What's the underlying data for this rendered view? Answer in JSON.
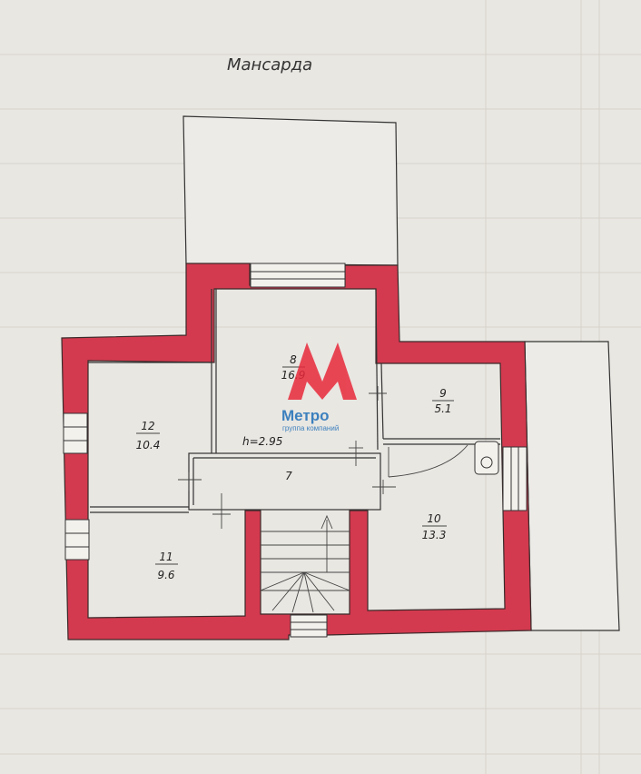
{
  "plan": {
    "title": "Мансарда",
    "ceiling_height": "h=2.95",
    "rooms": [
      {
        "number": "8",
        "area": "16.9"
      },
      {
        "number": "9",
        "area": "5.1"
      },
      {
        "number": "12",
        "area": "10.4"
      },
      {
        "number": "7",
        "area": ""
      },
      {
        "number": "10",
        "area": "13.3"
      },
      {
        "number": "11",
        "area": "9.6"
      }
    ]
  },
  "watermark": {
    "brand": "Метро",
    "tagline": "группа компаний",
    "colors": {
      "red": "#e8293b",
      "blue": "#1f6fb8"
    }
  },
  "colors": {
    "wall": "#d33a4f",
    "paper": "#e9e7e2"
  }
}
